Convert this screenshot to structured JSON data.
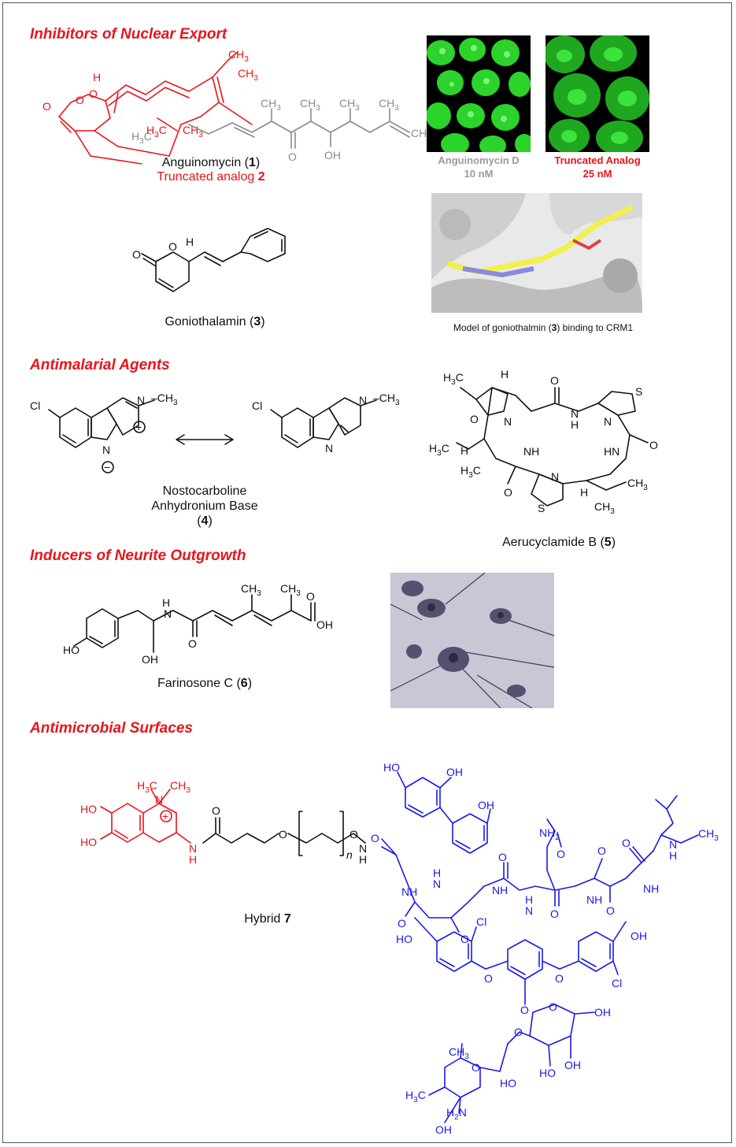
{
  "sections": {
    "nuclear_export": "Inhibitors of Nuclear Export",
    "antimalarial": "Antimalarial Agents",
    "neurite": "Inducers of Neurite Outgrowth",
    "antimicrobial": "Antimicrobial Surfaces"
  },
  "captions": {
    "anguinomycin": {
      "name": "Anguinomycin (",
      "num": "1",
      "close": ")"
    },
    "truncated": {
      "name": "Truncated analog ",
      "num": "2"
    },
    "panel_left": {
      "line1": "Anguinomycin D",
      "line2": "10 nM"
    },
    "panel_right": {
      "line1": "Truncated Analog",
      "line2": "25 nM"
    },
    "goniothalamin": {
      "name": "Goniothalamin (",
      "num": "3",
      "close": ")"
    },
    "crm1_model": {
      "pre": "Model of goniothalmin (",
      "num": "3",
      "post": ") binding to CRM1"
    },
    "nostocarboline": {
      "line1": "Nostocarboline",
      "line2": "Anhydronium Base",
      "num": "4"
    },
    "aerucyclamide": {
      "name": "Aerucyclamide B (",
      "num": "5",
      "close": ")"
    },
    "farinosone": {
      "name": "Farinosone C (",
      "num": "6",
      "close": ")"
    },
    "hybrid": {
      "name": "Hybrid ",
      "num": "7"
    }
  },
  "atoms": {
    "O": "O",
    "H": "H",
    "N": "N",
    "S": "S",
    "Cl": "Cl",
    "OH": "OH",
    "HO": "HO",
    "CH3": "CH",
    "H3C": "H",
    "NH": "NH",
    "HN": "HN",
    "NH2": "NH",
    "H2N": "H",
    "n": "n",
    "plus": "+",
    "minus": "−",
    "sub3": "3",
    "sub2": "2",
    "C": "C"
  },
  "colors": {
    "section_red": "#e8141b",
    "truncated_red": "#e8141b",
    "scaffold_gray": "#8a8a8a",
    "vancomycin_blue": "#1a1ae6",
    "cell_green": "#2bd32b"
  }
}
